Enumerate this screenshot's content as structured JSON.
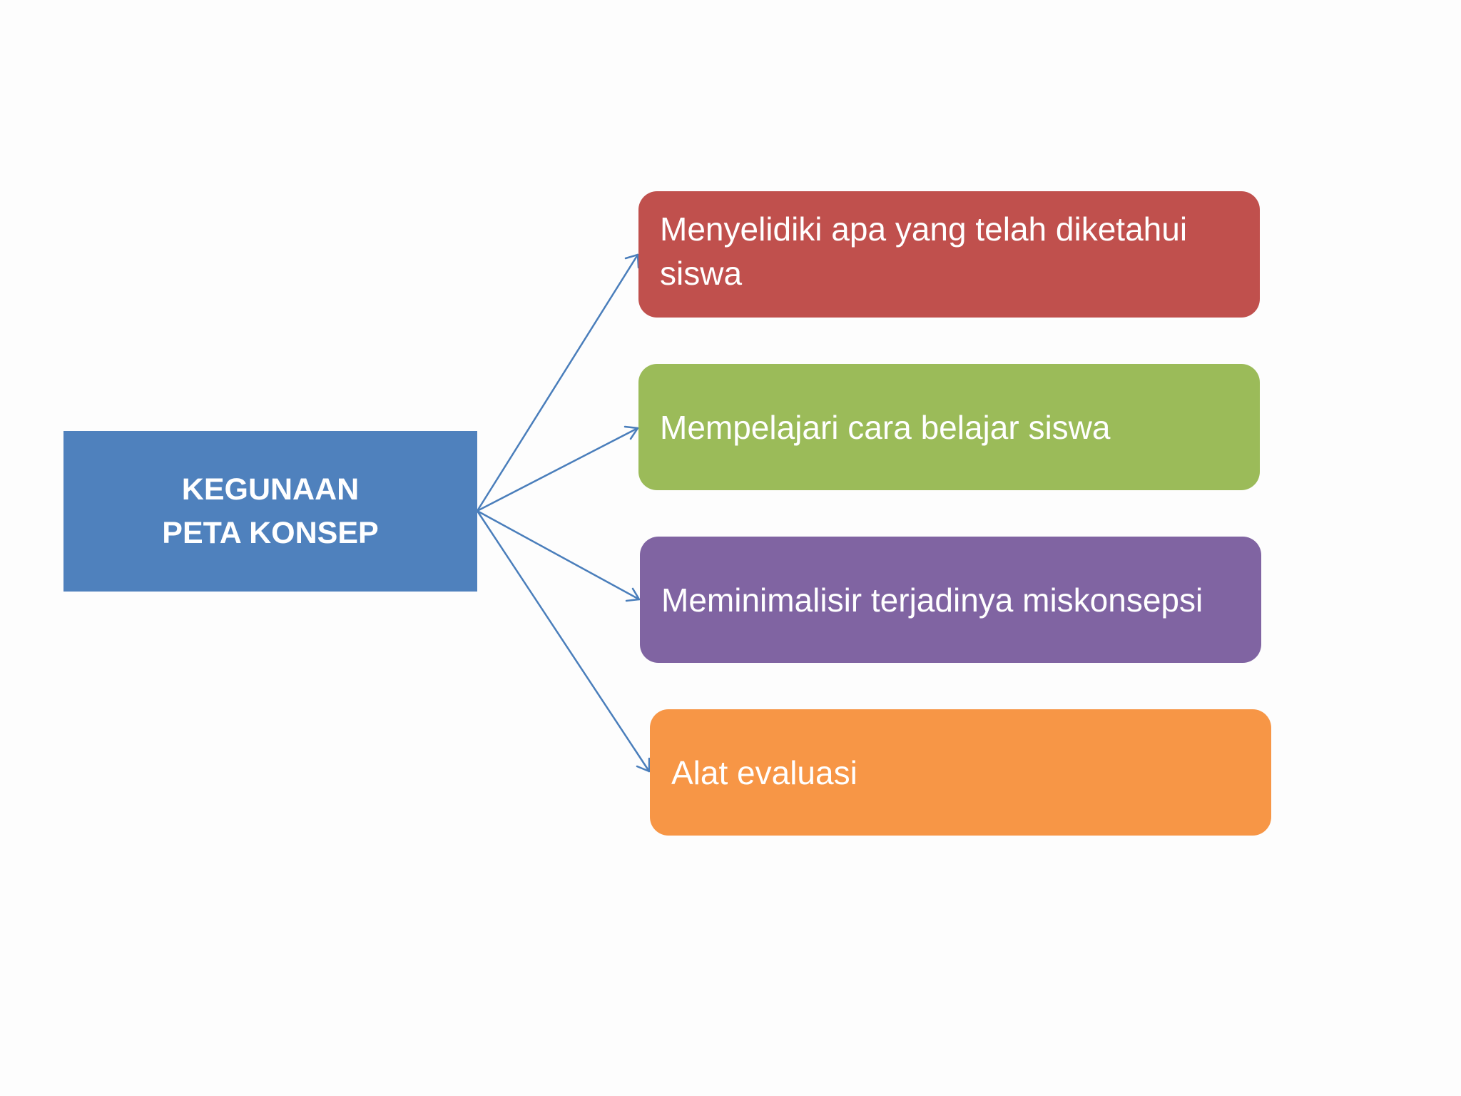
{
  "main": {
    "line1": "KEGUNAAN",
    "line2": "PETA KONSEP",
    "color": "#4f81bd"
  },
  "items": [
    {
      "label": "Menyelidiki apa yang telah diketahui siswa",
      "color": "#c0504d"
    },
    {
      "label": "Mempelajari cara belajar siswa",
      "color": "#9bbb59"
    },
    {
      "label": "Meminimalisir terjadinya miskonsepsi",
      "color": "#8064a2"
    },
    {
      "label": "Alat evaluasi",
      "color": "#f79646"
    }
  ],
  "connector_color": "#4a7ebb"
}
